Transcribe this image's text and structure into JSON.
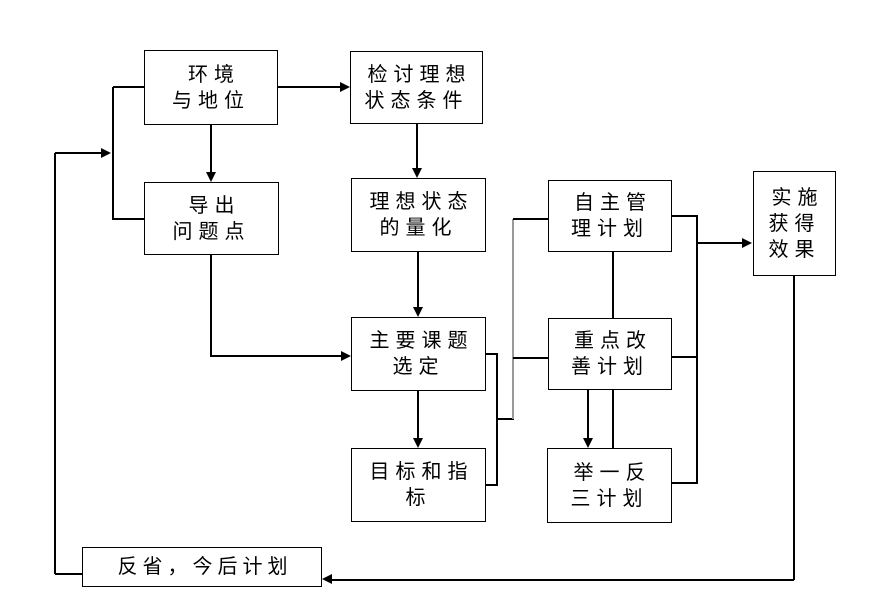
{
  "diagram": {
    "nodes": {
      "env": {
        "label": "环境\n与地位"
      },
      "review": {
        "label": "检讨理想\n状态条件"
      },
      "derive": {
        "label": "导出\n问题点"
      },
      "quantify": {
        "label": "理想状态\n的量化"
      },
      "topic": {
        "label": "主要课题\n选定"
      },
      "target": {
        "label": "目标和指\n标"
      },
      "self_mgmt": {
        "label": "自主管\n理计划"
      },
      "key_improve": {
        "label": "重点改\n善计划"
      },
      "extend": {
        "label": "举一反\n三计划"
      },
      "effect": {
        "label": "实施\n获得\n效果"
      },
      "reflect": {
        "label": "反省，今后计划"
      }
    },
    "colors": {
      "line": "#000000",
      "bus_gray": "#9a9a9a",
      "background": "#ffffff",
      "text": "#000000"
    }
  }
}
